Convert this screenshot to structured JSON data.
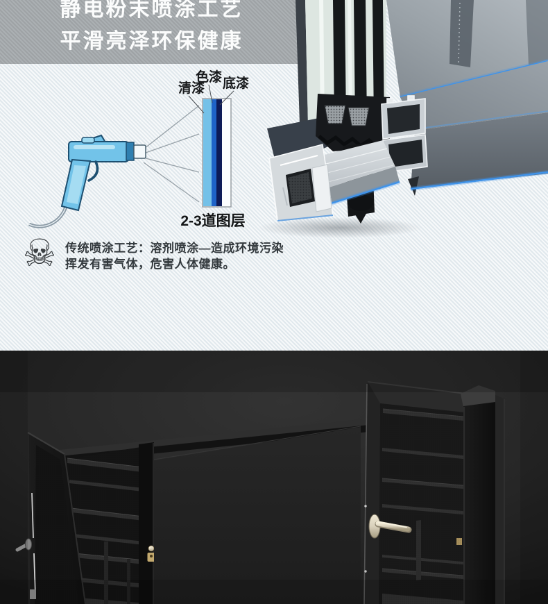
{
  "header": {
    "title_line1": "静电粉末喷涂工艺",
    "title_line2": "平滑亮泽环保健康"
  },
  "coating_diagram": {
    "layer_labels": {
      "clear": "清漆",
      "color": "色漆",
      "primer": "底漆"
    },
    "caption": "2-3道图层",
    "layer_colors": {
      "clear": "#74c1e8",
      "color": "#1e63c8",
      "primer": "#0d1b57"
    }
  },
  "warning": {
    "icon_glyph": "☠",
    "text_line1": "传统喷涂工艺：溶剂喷涂—造成环境污染",
    "text_line2": "挥发有害气体，危害人体健康。"
  },
  "theme": {
    "accent_blue": "#3f93ea",
    "handle_gold": "#d9d1bc",
    "header_bg": "#a6abae",
    "top_bg": "#edf2f5",
    "bottom_bg": "#242424"
  }
}
